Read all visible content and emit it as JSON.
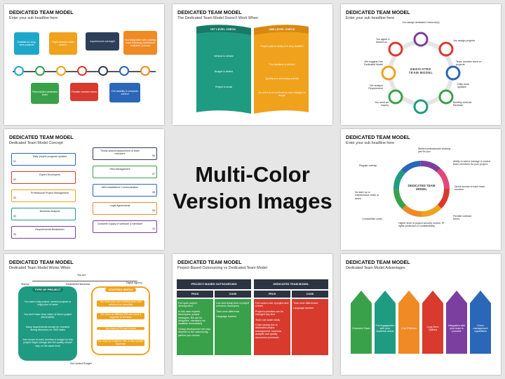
{
  "center": {
    "line1": "Multi-Color",
    "line2": "Version Images"
  },
  "slides": {
    "s1": {
      "title": "DEDICATED TEAM MODEL",
      "subtitle": "Enter your sub headline here",
      "top": [
        "Suitable for long-term projects",
        "Right decision skills ensure",
        "experienced oversight",
        "Full integration with existing team following established customer process"
      ],
      "bottom": [
        "Fixed skilled dedicated team",
        "Flexible contract terms",
        "Full visibility & complete control"
      ]
    },
    "s2": {
      "title": "DEDICATED TEAM MODEL",
      "subtitle": "The Dedicated Team Model Doesn't Work When",
      "left_head": "1ST LEVEL CHECK",
      "right_head": "2ND LEVEL CHECK",
      "left": [
        "Vertical to vendor",
        "Budget is limited",
        "Project is small"
      ],
      "right": [
        "Project plan is ready & is very detailed",
        "The deadline is defined",
        "Quality is a secondary priority",
        "No need at all to introduce any changes to scope"
      ]
    },
    "s3": {
      "title": "DEDICATED TEAM MODEL",
      "subtitle": "Enter your sub headline here",
      "center": "DEDICATED TEAM MODEL",
      "labels": [
        "You assign dedicated resource(s)",
        "You agree & Assent us",
        "You assign projects",
        "We suggest Hire Dedicated Model",
        "Team member work on projects",
        "We analyze Requirement",
        "Daily work updates",
        "You send an inquiry",
        "Monthly contract Renewal"
      ]
    },
    "s4": {
      "title": "DEDICATED TEAM MODEL",
      "subtitle": "Dedicated Team Model Concept",
      "left": [
        "Daily project progress updates",
        "Expert Developers",
        "Professional Project Management",
        "Business Analysis",
        "Requirements Breakdown"
      ],
      "left_num": [
        "01",
        "02",
        "03",
        "04",
        "05"
      ],
      "right": [
        "Timely search/replacement of team members",
        "Risk Management",
        "Well-established Communication",
        "Legal Agreements",
        "Complete supply of software & hardware"
      ],
      "right_num": [
        "06",
        "07",
        "08",
        "09",
        "10"
      ]
    },
    "s5": {
      "title": "DEDICATED TEAM MODEL",
      "subtitle": "Enter your sub headline here",
      "center": "DEDICATED TEAM MODEL",
      "labels": [
        "Skilled professionals working just for you.",
        "Ability to select manage & control team members for your project.",
        "Direct access to each team member.",
        "Flexible contract terms.",
        "Higher level of project security control, IP rights protection & confidentiality.",
        "Competitive costs.",
        "No start up or maintenance costs or taxes.",
        "Regular overlap"
      ]
    },
    "s6": {
      "title": "DEDICATED TEAM MODEL",
      "subtitle": "Dedicated Team Model Works When",
      "you_are": "You Are",
      "startup": "Startup",
      "established": "Established Business",
      "agency": "Digital Agency",
      "left_head": "TYPE OF PROJECT",
      "right_head": "STAFFING NEEDS",
      "left": [
        "You have a big project, several projects or huge pool of tasks",
        "You don't have clear vision of future project deliverables",
        "Many requirements should be revealed during discovery vs. R&D tasks",
        "Your scope of work, timeline & budget for this project might change due the quality should stay on the same level"
      ],
      "right": [
        "You have your own existing team that needs to be extended",
        "You have an efficient PM and need a engineer to fill team",
        "You need a PM and a team",
        "You want an engineer with a very specific expertise"
      ],
      "footer": "Not Limited Budget"
    },
    "s7": {
      "title": "DEDICATED TEAM MODEL",
      "subtitle": "Project-Based Outsourcing vs Dedicated Team Model",
      "left_head": "PROJECT-BASED OUTSOURCING",
      "right_head": "DEDICATED TEAM MODEL",
      "pros": "PROS",
      "cons": "CONS",
      "col1": [
        "Full cycle project development",
        "In this case experts, developers, project managers, BA can be designers, members not available immediately",
        "Cheap development set may depend on the outsourcing partner you choose"
      ],
      "col2": [
        "Low and cheap then a project oversees developers",
        "Time zone difference",
        "Language barriers"
      ],
      "col3": [
        "Full control over a project and a team",
        "Project's priorities can be changed any time",
        "Team can scale easily",
        "Costs saving due to dedicated project management, business analysis and quality assurance processes"
      ],
      "col4": [
        "Time zone differences",
        "Language barriers"
      ]
    },
    "s8": {
      "title": "DEDICATED TEAM MODEL",
      "subtitle": "Dedicated Team Model Advantages",
      "items": [
        "Exclusive Team",
        "Full engagement with your business needs",
        "Cost Effective",
        "Long Term Options",
        "Integration with your team is possible",
        "Direct management capabilities"
      ]
    }
  },
  "colors": {
    "teal": "#1f9b82",
    "blue": "#2a67b8",
    "orange": "#f08a24",
    "red": "#d83a2e",
    "green": "#3aa14b",
    "navy": "#2e3e57",
    "purple": "#7b3fa0",
    "dark": "#2d3340"
  }
}
